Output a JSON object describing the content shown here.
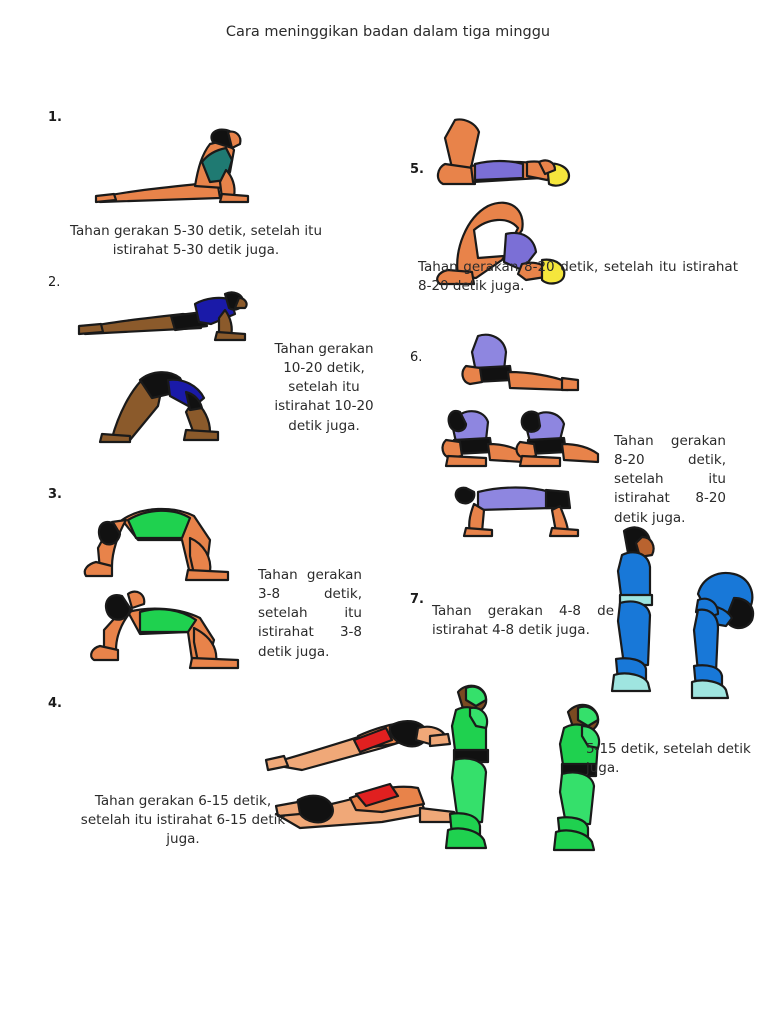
{
  "document": {
    "title": "Cara meninggikan badan dalam tiga minggu",
    "page_background": "#ffffff",
    "text_color": "#2b2b2b"
  },
  "palette": {
    "skin": "#e8834a",
    "skin_light": "#f0a878",
    "skin_dark": "#b9632f",
    "hair": "#111111",
    "hair_brown": "#7a4a21",
    "teal": "#1f7a72",
    "blue_dark": "#1a1aa8",
    "blue_track": "#1878d8",
    "blue_shoe": "#9fe5e0",
    "purple": "#8e86e0",
    "periwinkle": "#7b6fd6",
    "green": "#1fd14f",
    "green_bright": "#35e06b",
    "black": "#000000",
    "red": "#e02020",
    "yellow": "#f5e63c",
    "outline": "#1a1a1a"
  },
  "steps": [
    {
      "number": "1.",
      "number_style": "bold",
      "caption": "Tahan gerakan 5-30 detik, setelah itu istirahat 5-30 detik juga.",
      "caption_lines": [
        "Tahan gerakan 5-30 detik, setelah itu",
        "istirahat 5-30 detik juga."
      ],
      "align": "center",
      "figure": "cobra-pose-teal"
    },
    {
      "number": "2.",
      "number_style": "light",
      "caption": "Tahan gerakan 10-20 detik, setelah itu istirahat 10-20 detik juga.",
      "caption_lines": [
        "Tahan",
        "gerakan 10-",
        "20 detik,",
        "setelah itu",
        "istirahat 10-",
        "20 detik juga."
      ],
      "align": "center",
      "figure": "upward-dog-and-downward-dog-blue"
    },
    {
      "number": "3.",
      "number_style": "bold",
      "caption": "Tahan gerakan 3-8 detik, setelah itu istirahat 3-8 detik juga.",
      "caption_lines": [
        "Tahan gerakan",
        "3-8       detik,",
        "setelah      itu",
        "istirahat   3-8",
        "detik juga."
      ],
      "align": "justify",
      "figure": "cat-cow-pose-green"
    },
    {
      "number": "4.",
      "number_style": "bold",
      "caption": "Tahan gerakan 6-15 detik, setelah itu istirahat 6-15 detik juga.",
      "caption_lines": [
        "Tahan gerakan 6-15",
        "detik, setelah itu istirahat",
        "6-15 detik juga."
      ],
      "align": "center",
      "figure": "seated-forward-bend-red"
    },
    {
      "number": "5.",
      "number_style": "bold",
      "caption": "Tahan gerakan 8-20 detik, setelah itu istirahat 8-20 detik juga.",
      "caption_lines": [
        "Tahan",
        "gerakan  8-20",
        "detik,  setelah  itu  istirahat  8-20  detik",
        "juga."
      ],
      "align": "justify",
      "figure": "bridge-and-plow-pose-purple"
    },
    {
      "number": "6.",
      "number_style": "light",
      "caption": "Tahan gerakan 8-20 detik, setelah itu istirahat 8-20 detik juga.",
      "caption_lines": [
        "Tahan  gerakan",
        "8-20       detik,",
        "setelah       itu",
        "istirahat   8-20",
        "detik juga."
      ],
      "align": "justify",
      "figure": "seated-kneeling-and-reverse-plank-purple"
    },
    {
      "number": "7.",
      "number_style": "bold",
      "caption": "Tahan gerakan 4-8 de istirahat 4-8 detik juga.",
      "caption_lines": [
        "Tahan   gerakan   4-8   de",
        "istirahat 4-8 detik juga."
      ],
      "align": "justify",
      "figure": "standing-and-forward-bend-blue-tracksuit"
    },
    {
      "number": "",
      "number_style": "bold",
      "caption": "5-15 detik, setelah detik juga.",
      "caption_lines": [
        "5-15 detik, setelah",
        "detik juga."
      ],
      "align": "left",
      "figure": "standing-backbend-green"
    }
  ]
}
